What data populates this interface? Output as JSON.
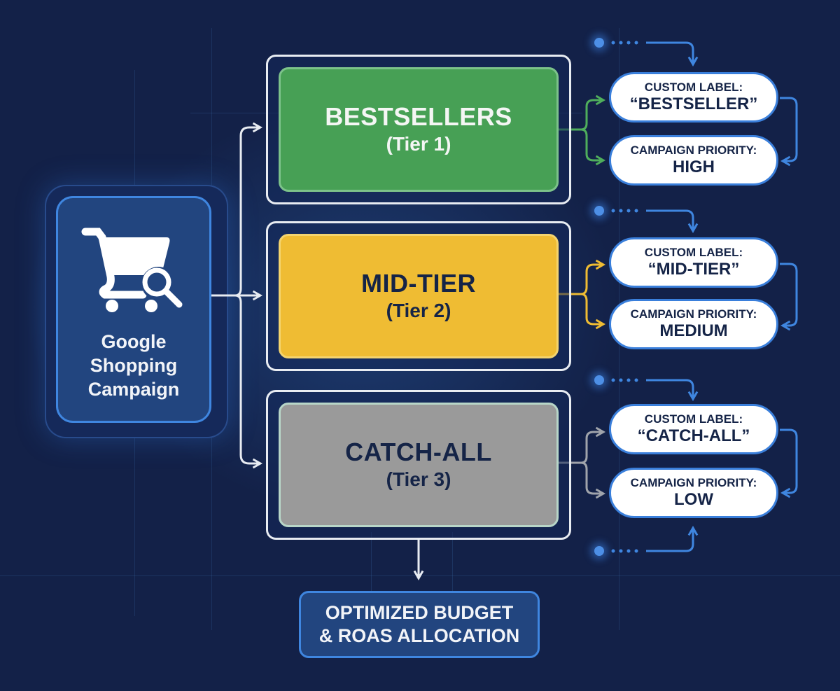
{
  "diagram": {
    "source": {
      "icon": "shopping-cart-search-icon",
      "title": "Google Shopping Campaign"
    },
    "tiers": [
      {
        "name": "BESTSELLERS",
        "sub": "(Tier 1)",
        "fill": "#47a055",
        "text_color": "#f4f6f4",
        "connector_color": "#4fae5c",
        "custom_label_heading": "CUSTOM LABEL:",
        "custom_label_value": "“BESTSELLER”",
        "priority_heading": "CAMPAIGN PRIORITY:",
        "priority_value": "HIGH"
      },
      {
        "name": "MID-TIER",
        "sub": "(Tier 2)",
        "fill": "#efbc33",
        "text_color": "#152447",
        "connector_color": "#efbc33",
        "custom_label_heading": "CUSTOM LABEL:",
        "custom_label_value": "“MID-TIER”",
        "priority_heading": "CAMPAIGN PRIORITY:",
        "priority_value": "MEDIUM"
      },
      {
        "name": "CATCH-ALL",
        "sub": "(Tier 3)",
        "fill": "#9a9a9a",
        "text_color": "#152447",
        "connector_color": "#a0a4ab",
        "custom_label_heading": "CUSTOM LABEL:",
        "custom_label_value": "“CATCH-ALL”",
        "priority_heading": "CAMPAIGN PRIORITY:",
        "priority_value": "LOW"
      }
    ],
    "result": {
      "line1": "OPTIMIZED BUDGET",
      "line2": "& ROAS ALLOCATION"
    },
    "colors": {
      "background": "#132148",
      "accent_blue": "#3f86e0",
      "wire_white": "#e8ecf2"
    }
  }
}
